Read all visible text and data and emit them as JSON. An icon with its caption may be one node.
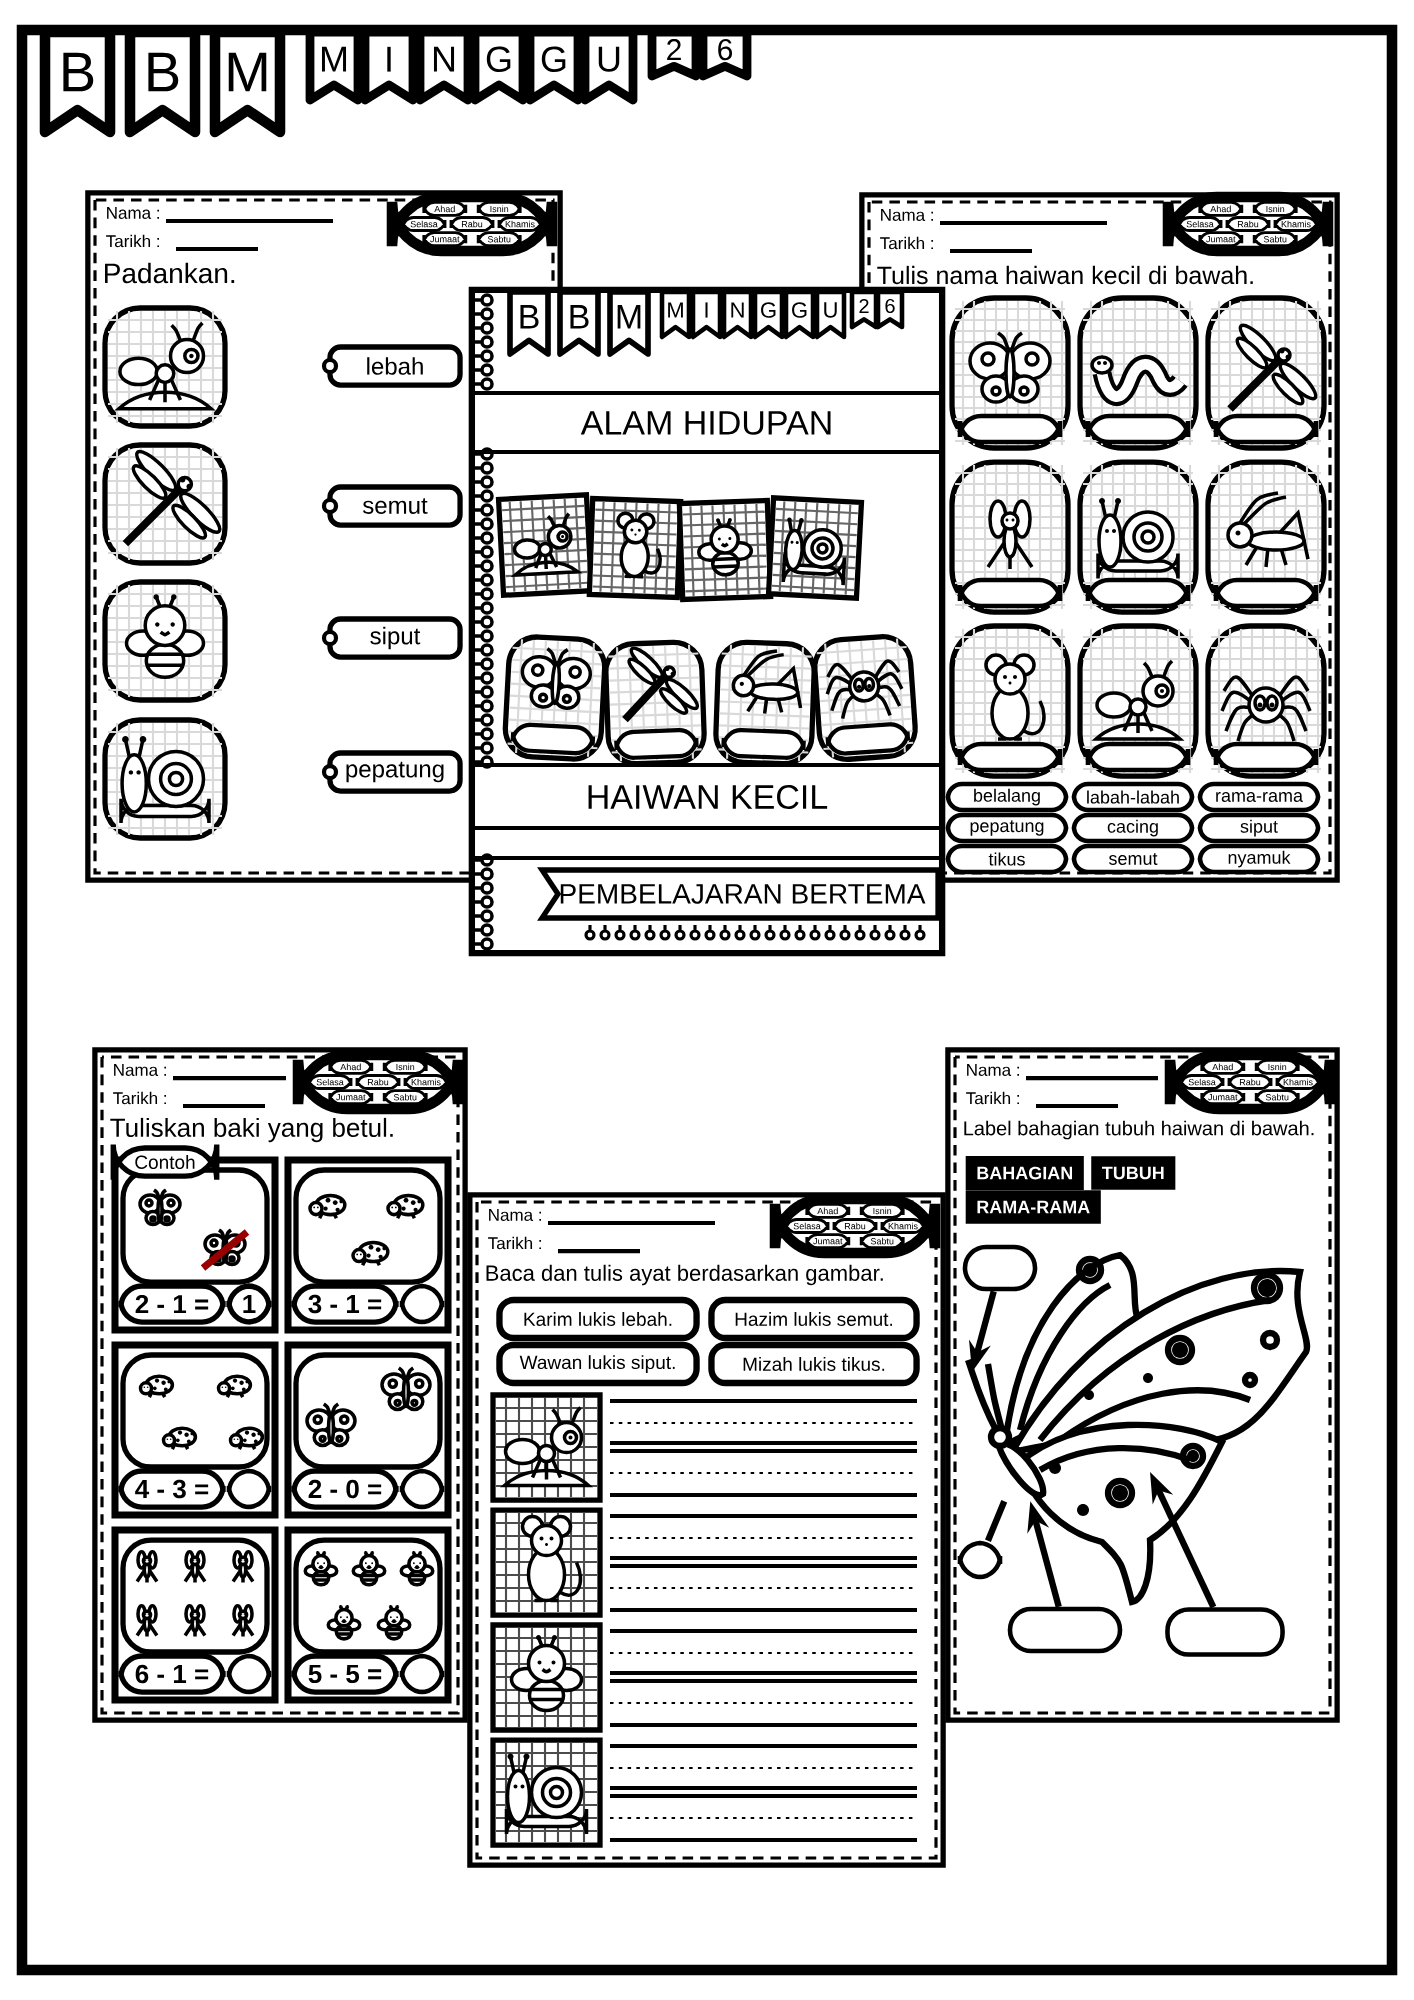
{
  "diagram": {
    "nodes": [
      {
        "text": [
          "Nama :",
          "Tarikh :",
          "Padankan."
        ]
      },
      {
        "text": [
          "Ahad"
        ],
        "in": 0
      },
      {
        "text": [
          "Isnin"
        ],
        "in": 0
      },
      {
        "text": [
          "Selasa"
        ],
        "in": 0
      },
      {
        "text": [
          "Rabu"
        ],
        "in": 0
      },
      {
        "text": [
          "Khamis"
        ],
        "in": 0
      },
      {
        "text": [
          "Jumaat"
        ],
        "in": 0
      },
      {
        "text": [
          "Sabtu"
        ],
        "in": 0
      },
      {
        "text": [
          "lebah"
        ],
        "in": 0
      },
      {
        "text": [
          "semut"
        ],
        "in": 0
      },
      {
        "text": [
          "siput"
        ],
        "in": 0
      },
      {
        "text": [
          "pepatung"
        ],
        "in": 0
      },
      {
        "text": [
          "ALAM HIDUPAN",
          "HAIWAN KECIL",
          "PEMBELAJARAN BERTEMA"
        ]
      },
      {
        "text": [
          "Nama :",
          "Tarikh :",
          "Tulis nama haiwan kecil di bawah."
        ]
      },
      {
        "text": [
          "Ahad"
        ],
        "in": 13
      },
      {
        "text": [
          "Isnin"
        ],
        "in": 13
      },
      {
        "text": [
          "Selasa"
        ],
        "in": 13
      },
      {
        "text": [
          "Rabu"
        ],
        "in": 13
      },
      {
        "text": [
          "Khamis"
        ],
        "in": 13
      },
      {
        "text": [
          "Jumaat"
        ],
        "in": 13
      },
      {
        "text": [
          "Sabtu"
        ],
        "in": 13
      },
      {
        "text": [
          "belalang"
        ],
        "in": 13
      },
      {
        "text": [
          "labah-labah"
        ],
        "in": 13
      },
      {
        "text": [
          "rama-rama"
        ],
        "in": 13
      },
      {
        "text": [
          "pepatung"
        ],
        "in": 13
      },
      {
        "text": [
          "cacing"
        ],
        "in": 13
      },
      {
        "text": [
          "siput"
        ],
        "in": 13
      },
      {
        "text": [
          "tikus"
        ],
        "in": 13
      },
      {
        "text": [
          "semut"
        ],
        "in": 13
      },
      {
        "text": [
          "nyamuk"
        ],
        "in": 13
      },
      {
        "text": [
          "Nama :",
          "Tarikh :",
          "Tuliskan baki yang betul."
        ]
      },
      {
        "text": [
          "Ahad"
        ],
        "in": 30
      },
      {
        "text": [
          "Isnin"
        ],
        "in": 30
      },
      {
        "text": [
          "Selasa"
        ],
        "in": 30
      },
      {
        "text": [
          "Rabu"
        ],
        "in": 30
      },
      {
        "text": [
          "Khamis"
        ],
        "in": 30
      },
      {
        "text": [
          "Jumaat"
        ],
        "in": 30
      },
      {
        "text": [
          "Sabtu"
        ],
        "in": 30
      },
      {
        "text": [
          "Contoh"
        ],
        "in": 30
      },
      {
        "text": [
          "2 - 1 ="
        ],
        "in": 30
      },
      {
        "text": [
          "1"
        ],
        "in": 30
      },
      {
        "text": [
          "3 - 1 ="
        ],
        "in": 30
      },
      {
        "text": [
          "4 - 3 ="
        ],
        "in": 30
      },
      {
        "text": [
          "2 - 0 ="
        ],
        "in": 30
      },
      {
        "text": [
          "6 - 1 ="
        ],
        "in": 30
      },
      {
        "text": [
          "5 - 5 ="
        ],
        "in": 30
      },
      {
        "text": [
          "Nama :",
          "Tarikh :",
          "Baca dan tulis ayat berdasarkan gambar."
        ]
      },
      {
        "text": [
          "Ahad"
        ],
        "in": 46
      },
      {
        "text": [
          "Isnin"
        ],
        "in": 46
      },
      {
        "text": [
          "Selasa"
        ],
        "in": 46
      },
      {
        "text": [
          "Rabu"
        ],
        "in": 46
      },
      {
        "text": [
          "Khamis"
        ],
        "in": 46
      },
      {
        "text": [
          "Jumaat"
        ],
        "in": 46
      },
      {
        "text": [
          "Sabtu"
        ],
        "in": 46
      },
      {
        "text": [
          "Karim lukis lebah."
        ],
        "in": 46
      },
      {
        "text": [
          "Hazim lukis semut."
        ],
        "in": 46
      },
      {
        "text": [
          "Wawan lukis siput."
        ],
        "in": 46
      },
      {
        "text": [
          "Mizah lukis tikus."
        ],
        "in": 46
      },
      {
        "text": [
          "Nama :",
          "Tarikh :",
          "Label bahagian tubuh haiwan di bawah."
        ]
      },
      {
        "text": [
          "Ahad"
        ],
        "in": 58
      },
      {
        "text": [
          "Isnin"
        ],
        "in": 58
      },
      {
        "text": [
          "Selasa"
        ],
        "in": 58
      },
      {
        "text": [
          "Rabu"
        ],
        "in": 58
      },
      {
        "text": [
          "Khamis"
        ],
        "in": 58
      },
      {
        "text": [
          "Jumaat"
        ],
        "in": 58
      },
      {
        "text": [
          "Sabtu"
        ],
        "in": 58
      },
      {
        "text": [
          "BAHAGIAN"
        ],
        "in": 58
      },
      {
        "text": [
          "TUBUH"
        ],
        "in": 58
      },
      {
        "text": [
          "RAMA-RAMA"
        ],
        "in": 58
      },
      {
        "text": [],
        "shape": "box",
        "in": 58
      },
      {
        "text": [],
        "shape": "box",
        "in": 58
      },
      {
        "text": [],
        "shape": "box",
        "in": 58
      },
      {
        "text": [],
        "shape": "box",
        "in": 58
      },
      {
        "text": [],
        "shape": "box",
        "in": 13
      },
      {
        "text": [],
        "shape": "box",
        "in": 13
      },
      {
        "text": [],
        "shape": "box",
        "in": 13
      },
      {
        "text": [],
        "shape": "box",
        "in": 13
      },
      {
        "text": [],
        "shape": "box",
        "in": 13
      },
      {
        "text": [],
        "shape": "box",
        "in": 13
      },
      {
        "text": [],
        "shape": "box",
        "in": 13
      },
      {
        "text": [],
        "shape": "box",
        "in": 13
      },
      {
        "text": [],
        "shape": "box",
        "in": 13
      },
      {
        "text": [],
        "shape": "box",
        "in": 30
      },
      {
        "text": [],
        "shape": "box",
        "in": 30
      },
      {
        "text": [],
        "shape": "box",
        "in": 30
      },
      {
        "text": [],
        "shape": "box",
        "in": 30
      },
      {
        "text": [],
        "shape": "box",
        "in": 30
      },
      {
        "text": [],
        "shape": "picture",
        "in": 58
      }
    ],
    "edges": [
      {
        "from": 69,
        "to": null,
        "arrow": "to"
      },
      {
        "from": 70,
        "to": 87,
        "arrow": "none"
      },
      {
        "from": 71,
        "to": 87,
        "arrow": "to"
      },
      {
        "from": 72,
        "to": null,
        "arrow": "to"
      }
    ],
    "labels": [
      "B",
      "B",
      "M",
      "M",
      "I",
      "N",
      "G",
      "G",
      "U",
      "2",
      "6",
      "B",
      "B",
      "M",
      "M",
      "I",
      "N",
      "G",
      "G",
      "U",
      "2",
      "6"
    ]
  }
}
